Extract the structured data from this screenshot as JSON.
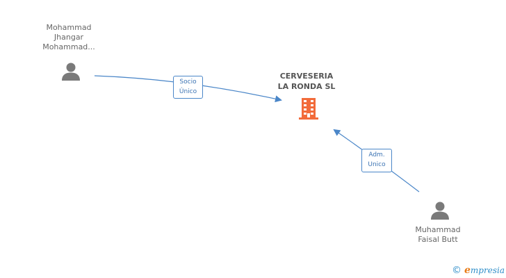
{
  "diagram": {
    "company": {
      "line1": "CERVESERIA",
      "line2": "LA RONDA SL",
      "icon": "building-icon",
      "color": "#f26b3a"
    },
    "people": [
      {
        "line1": "Mohammad",
        "line2": "Jhangar",
        "line3": "Mohammad...",
        "icon": "person-icon"
      },
      {
        "line1": "Muhammad",
        "line2": "Faisal Butt",
        "icon": "person-icon"
      }
    ],
    "edges": [
      {
        "line1": "Socio",
        "line2": "Único"
      },
      {
        "line1": "Adm.",
        "line2": "Unico"
      }
    ],
    "colors": {
      "edge": "#4a86c8",
      "person": "#7a7a7a",
      "text": "#666666"
    }
  },
  "brand": {
    "copyright": "©",
    "first_letter": "e",
    "rest": "mpresia",
    "icon": "copyright-icon"
  }
}
